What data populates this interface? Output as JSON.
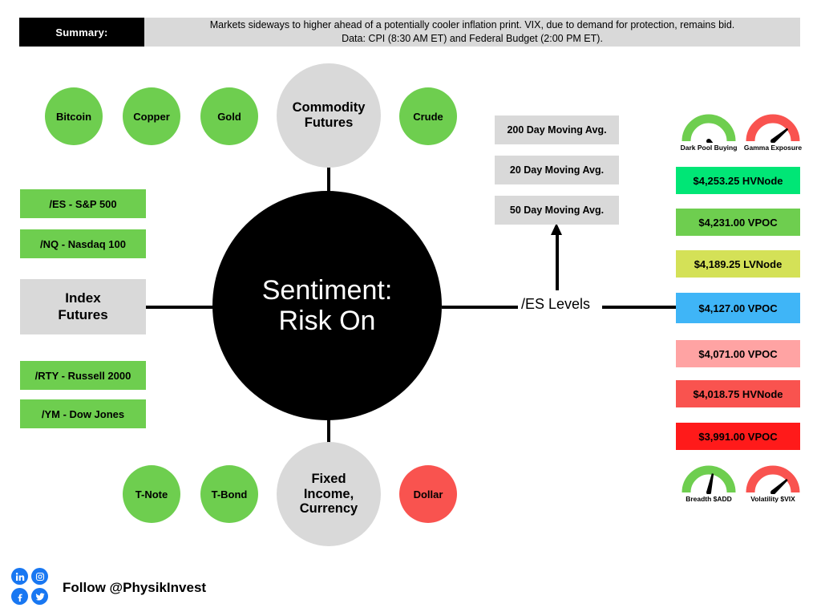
{
  "summary": {
    "label": "Summary:",
    "line1": "Markets sideways to higher ahead of a potentially cooler inflation print. VIX, due to demand for protection, remains bid.",
    "line2": "Data: CPI (8:30 AM ET) and Federal Budget (2:00 PM ET)."
  },
  "center": {
    "line1": "Sentiment:",
    "line2": "Risk On",
    "color": "#000000",
    "text_color": "#ffffff"
  },
  "hubs": {
    "commodity": {
      "line1": "Commodity",
      "line2": "Futures",
      "color": "#d9d9d9"
    },
    "fixed_income": {
      "line1": "Fixed",
      "line2": "Income,",
      "line3": "Currency",
      "color": "#d9d9d9"
    },
    "index_futures": {
      "line1": "Index",
      "line2": "Futures",
      "color": "#d9d9d9"
    }
  },
  "commodity_bubbles": [
    {
      "label": "Bitcoin",
      "color": "#6ECE4F"
    },
    {
      "label": "Copper",
      "color": "#6ECE4F"
    },
    {
      "label": "Gold",
      "color": "#6ECE4F"
    },
    {
      "label": "Crude",
      "color": "#6ECE4F"
    }
  ],
  "fixed_income_bubbles": [
    {
      "label": "T-Note",
      "color": "#6ECE4F"
    },
    {
      "label": "T-Bond",
      "color": "#6ECE4F"
    },
    {
      "label": "Dollar",
      "color": "#F9534F"
    }
  ],
  "index_pills": [
    {
      "label": "/ES - S&P 500",
      "color": "#6ECE4F"
    },
    {
      "label": "/NQ - Nasdaq 100",
      "color": "#6ECE4F"
    },
    {
      "label": "/RTY - Russell 2000",
      "color": "#6ECE4F"
    },
    {
      "label": "/YM - Dow Jones",
      "color": "#6ECE4F"
    }
  ],
  "moving_averages": [
    {
      "label": "200 Day Moving Avg."
    },
    {
      "label": "20 Day Moving Avg."
    },
    {
      "label": "50 Day Moving Avg."
    }
  ],
  "es_levels_label": "/ES Levels",
  "levels": [
    {
      "label": "$4,253.25 HVNode",
      "price": "4253.25",
      "kind": "HVNode",
      "color": "#00E676"
    },
    {
      "label": "$4,231.00 VPOC",
      "price": "4231.00",
      "kind": "VPOC",
      "color": "#6ECE4F"
    },
    {
      "label": "$4,189.25 LVNode",
      "price": "4189.25",
      "kind": "LVNode",
      "color": "#D4E157"
    },
    {
      "label": "$4,127.00 VPOC",
      "price": "4127.00",
      "kind": "VPOC",
      "color": "#3FB5F7"
    },
    {
      "label": "$4,071.00 VPOC",
      "price": "4071.00",
      "kind": "VPOC",
      "color": "#FFA3A3"
    },
    {
      "label": "$4,018.75 HVNode",
      "price": "4018.75",
      "kind": "HVNode",
      "color": "#F9534F"
    },
    {
      "label": "$3,991.00 VPOC",
      "price": "3991.00",
      "kind": "VPOC",
      "color": "#FF1A1A"
    }
  ],
  "gauges_top": [
    {
      "label": "Dark Pool Buying",
      "color": "#6ECE4F",
      "needle_deg": 48
    },
    {
      "label": "Gamma Exposure",
      "color": "#F9534F",
      "needle_deg": -40
    }
  ],
  "gauges_bottom": [
    {
      "label": "Breadth $ADD",
      "color": "#6ECE4F",
      "needle_deg": -78
    },
    {
      "label": "Volatility $VIX",
      "color": "#F9534F",
      "needle_deg": -42
    }
  ],
  "footer": {
    "follow_text": "Follow @PhysikInvest",
    "social": [
      {
        "name": "linkedin-icon",
        "color": "#1877F2"
      },
      {
        "name": "instagram-icon",
        "color": "#1877F2"
      },
      {
        "name": "facebook-icon",
        "color": "#1877F2"
      },
      {
        "name": "twitter-icon",
        "color": "#1877F2"
      }
    ]
  }
}
